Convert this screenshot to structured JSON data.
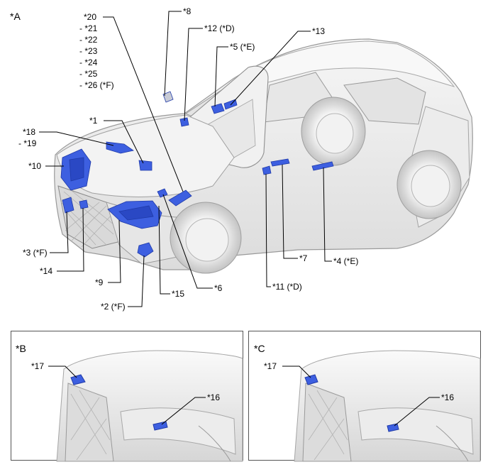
{
  "views": {
    "a": "*A",
    "b": "*B",
    "c": "*C"
  },
  "callouts": {
    "c20": "*20",
    "c21": "- *21",
    "c22": "- *22",
    "c23": "- *23",
    "c24": "- *24",
    "c25": "- *25",
    "c26": "- *26 (*F)",
    "c8": "*8",
    "c12": "*12 (*D)",
    "c5": "*5 (*E)",
    "c13": "*13",
    "c1": "*1",
    "c18": "*18",
    "c19": "- *19",
    "c10": "*10",
    "c3": "*3 (*F)",
    "c14": "*14",
    "c9": "*9",
    "c2": "*2 (*F)",
    "c15": "*15",
    "c6": "*6",
    "c11": "*11 (*D)",
    "c7": "*7",
    "c4": "*4 (*E)",
    "b17": "*17",
    "b16": "*16",
    "d17": "*17",
    "d16": "*16"
  },
  "colors": {
    "component": "#3d5fe0",
    "component_dark": "#1f3aa8",
    "body_fill": "#ededed",
    "body_stroke": "#9a9a9a",
    "leader": "#000000",
    "panel_border": "#555555"
  }
}
